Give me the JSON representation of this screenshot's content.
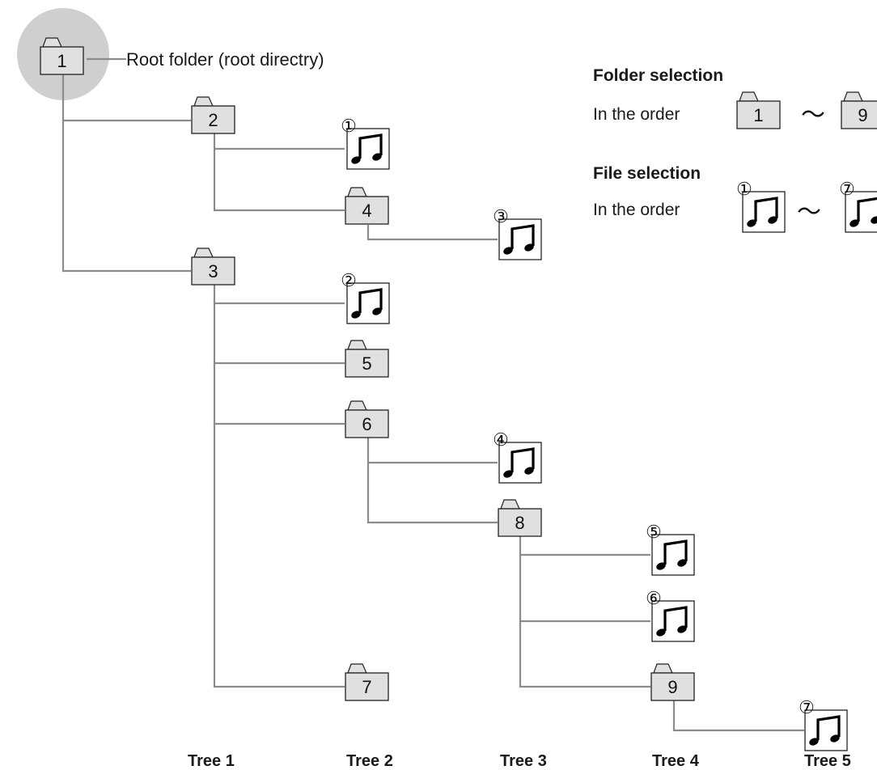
{
  "root_label": "Root folder (root directry)",
  "folders": [
    {
      "id": "f1",
      "label": "1"
    },
    {
      "id": "f2",
      "label": "2"
    },
    {
      "id": "f3",
      "label": "3"
    },
    {
      "id": "f4",
      "label": "4"
    },
    {
      "id": "f5",
      "label": "5"
    },
    {
      "id": "f6",
      "label": "6"
    },
    {
      "id": "f7",
      "label": "7"
    },
    {
      "id": "f8",
      "label": "8"
    },
    {
      "id": "f9",
      "label": "9"
    }
  ],
  "files": [
    {
      "id": "m1",
      "label": "①"
    },
    {
      "id": "m2",
      "label": "②"
    },
    {
      "id": "m3",
      "label": "③"
    },
    {
      "id": "m4",
      "label": "④"
    },
    {
      "id": "m5",
      "label": "⑤"
    },
    {
      "id": "m6",
      "label": "⑥"
    },
    {
      "id": "m7",
      "label": "⑦"
    }
  ],
  "legend": {
    "folder_heading": "Folder selection",
    "folder_text": "In the order",
    "folder_from": "1",
    "folder_to": "9",
    "file_heading": "File selection",
    "file_text": "In the order",
    "file_from": "①",
    "file_to": "⑦",
    "range_symbol": "～"
  },
  "tree_labels": [
    "Tree 1",
    "Tree 2",
    "Tree 3",
    "Tree 4",
    "Tree 5"
  ],
  "icons": [
    "folder-icon",
    "music-file-icon"
  ],
  "colors": {
    "folder_fill": "#e0e0e0",
    "connector": "#8c8c8c",
    "root_highlight": "#cfcfcf",
    "outline": "#222222"
  }
}
